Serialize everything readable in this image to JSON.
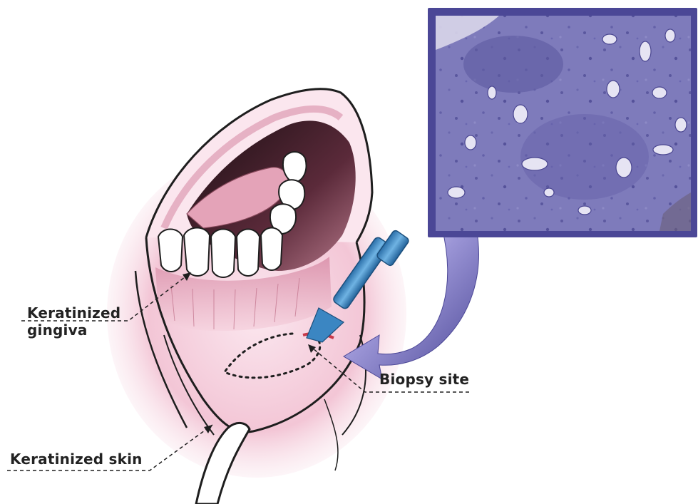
{
  "labels": {
    "keratinized_gingiva_line1": "Keratinized",
    "keratinized_gingiva_line2": "gingiva",
    "biopsy_site": "Biopsy site",
    "keratinized_skin": "Keratinized skin"
  },
  "colors": {
    "histology_frame": "#4b4796",
    "histology_tissue": "#7b78b9",
    "arrow": "#6a62b8",
    "punch_tool": "#3b86c2",
    "mucosa_pink": "#e8a9c0",
    "outline": "#1e1e1e",
    "label_text": "#222222"
  }
}
